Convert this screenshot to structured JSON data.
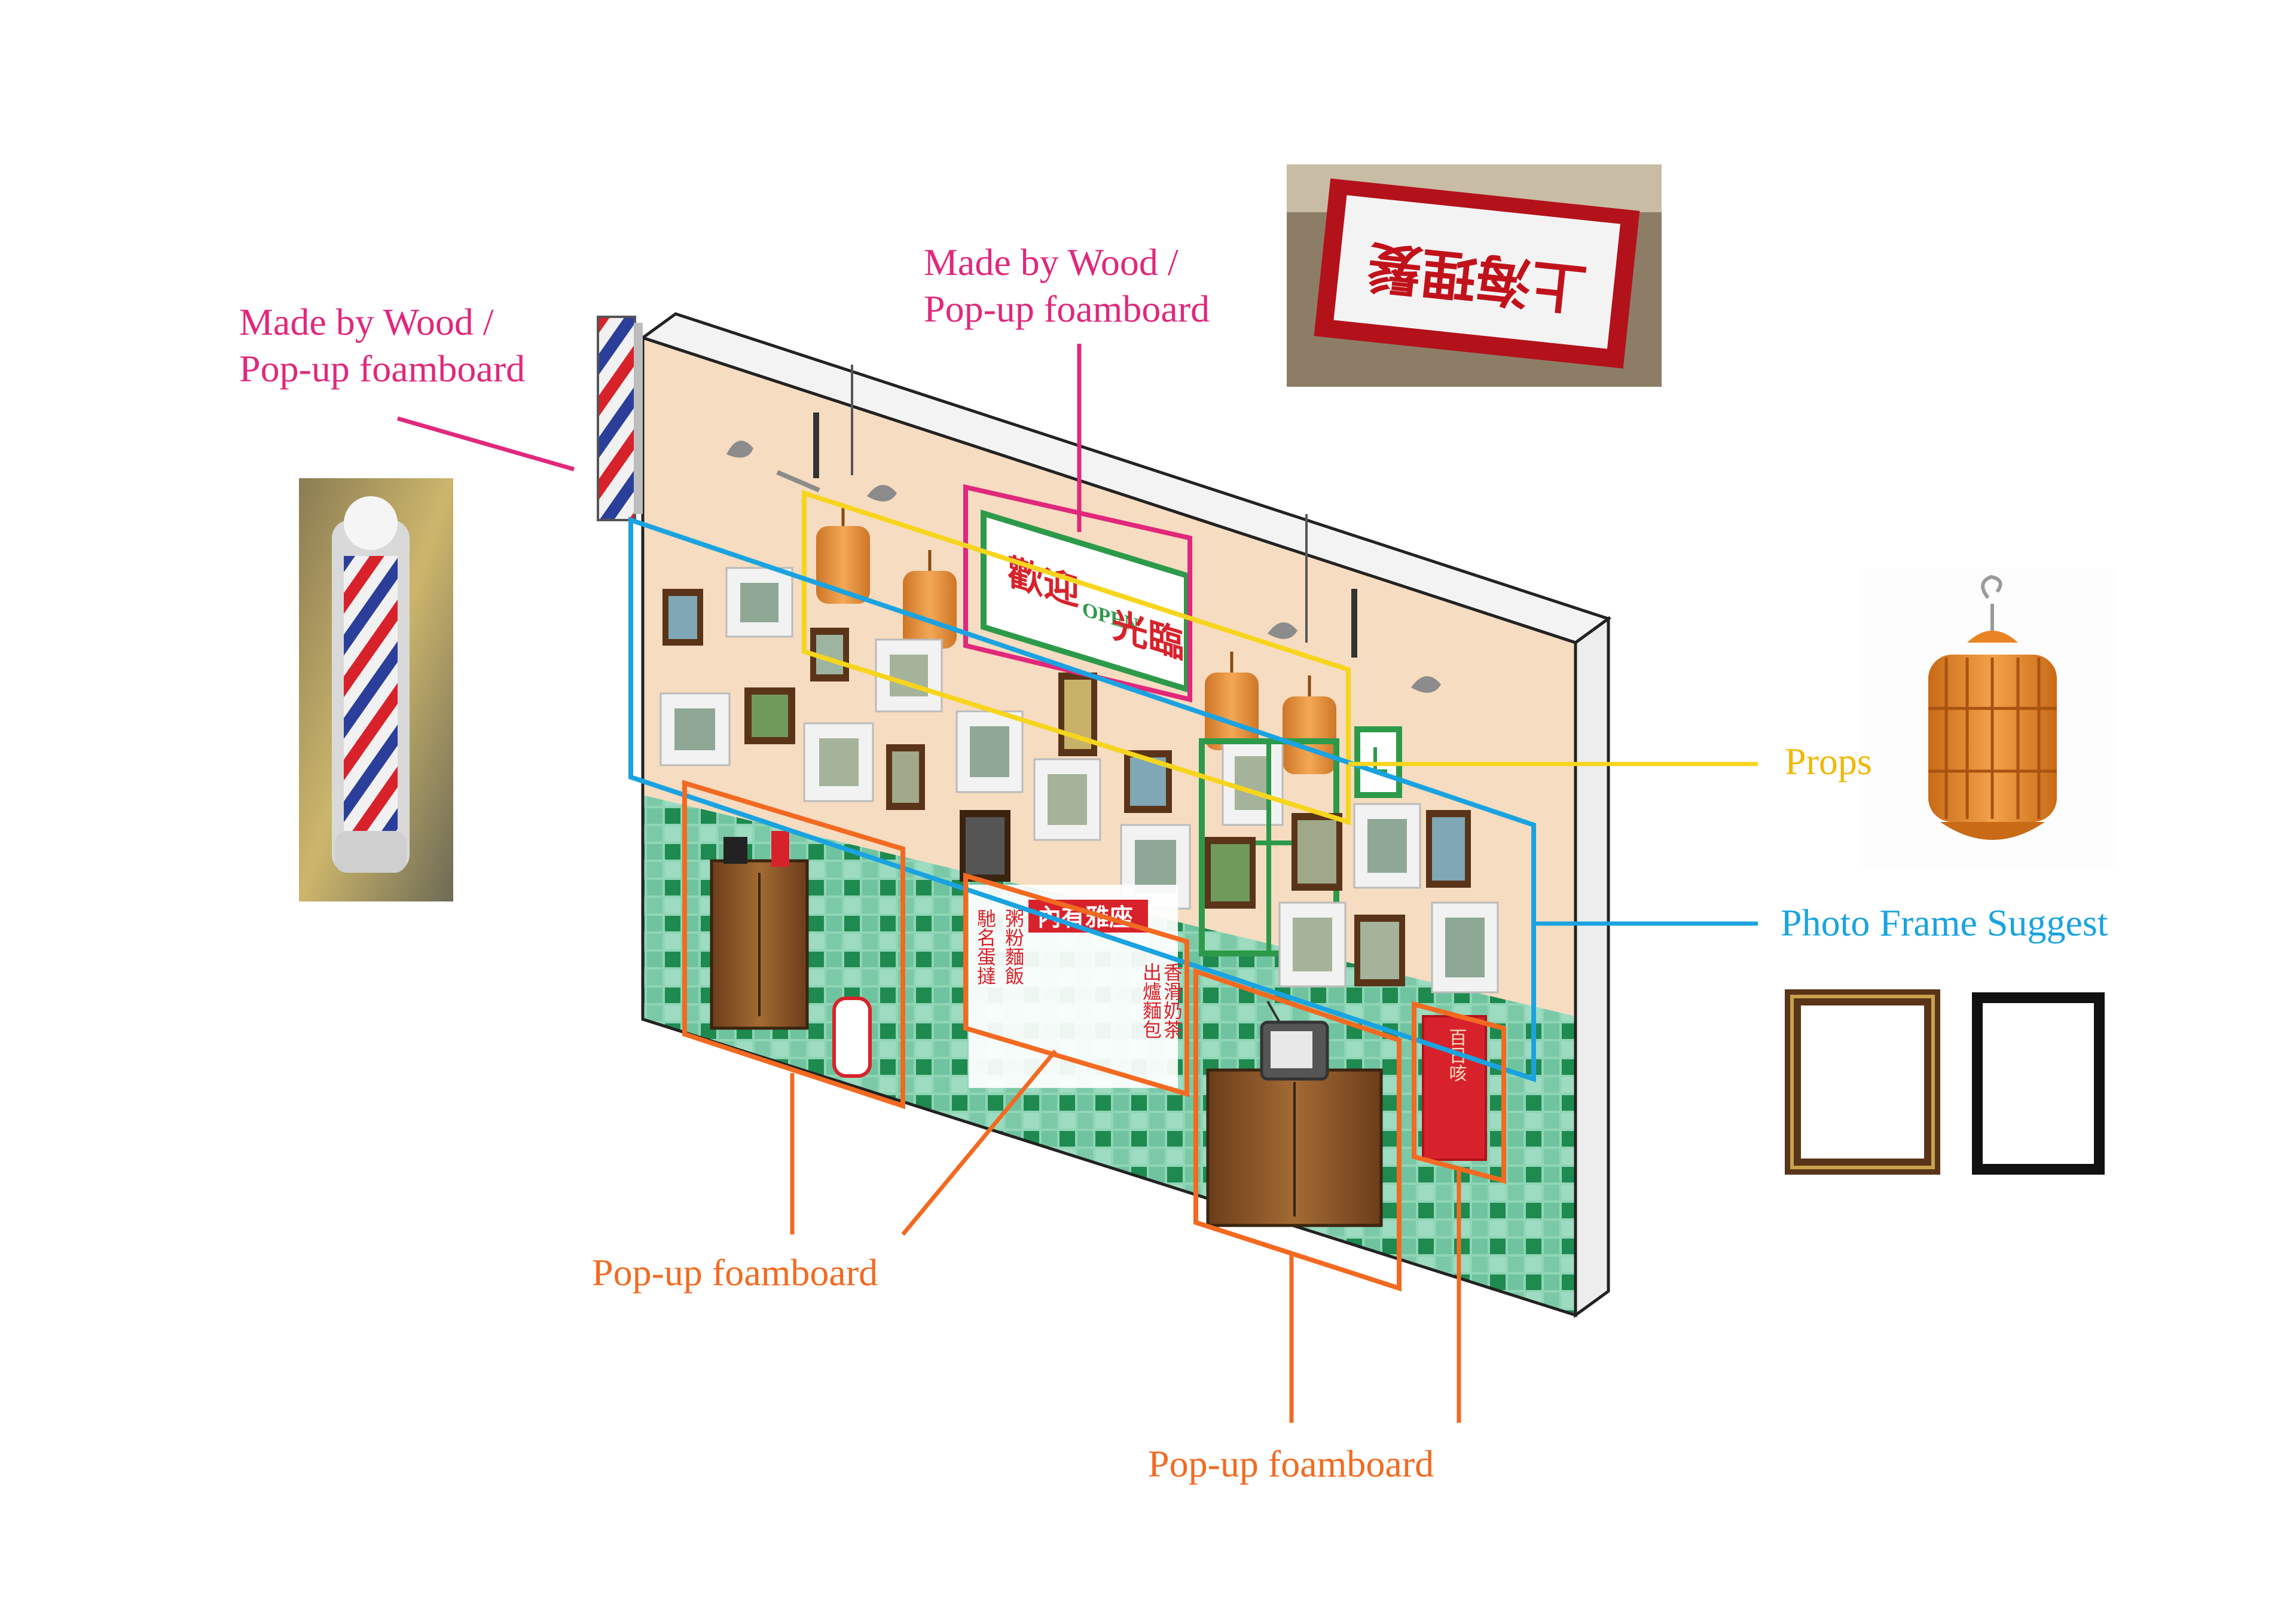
{
  "title": "Photo wall booth design",
  "colors": {
    "pink": "#e0287c",
    "orange": "#f26a21",
    "yellow": "#f7d51d",
    "blue": "#1aa3e0",
    "wall_top": "#f6dcc1",
    "tile": "#7fcfae",
    "tile_dark": "#1e8a4f"
  },
  "labels": {
    "pole_material": [
      "Made by Wood /",
      "Pop-up foamboard"
    ],
    "sign_material": [
      "Made by Wood /",
      "Pop-up foamboard"
    ],
    "props": "Props",
    "photo_frame": "Photo Frame Suggest",
    "foam_center": "Pop-up foamboard",
    "foam_bottom": "Pop-up foamboard"
  },
  "wall": {
    "welcome_left": "歡迎",
    "welcome_mid": "OPEN",
    "welcome_right": "光臨",
    "menu_banner": "內有雅座",
    "menu_col_1": "馳名蛋撻",
    "menu_col_2": "粥粉麵飯",
    "menu_col_3": "出爐麵包",
    "menu_col_4": "香滑奶茶",
    "poster_text": "百日咳",
    "barber_sign": "上海理髮"
  },
  "icons": [
    "barber-pole-icon",
    "birdcage-icon",
    "tv-icon",
    "cabinet-icon",
    "photo-frame-icon",
    "clock-icon"
  ]
}
